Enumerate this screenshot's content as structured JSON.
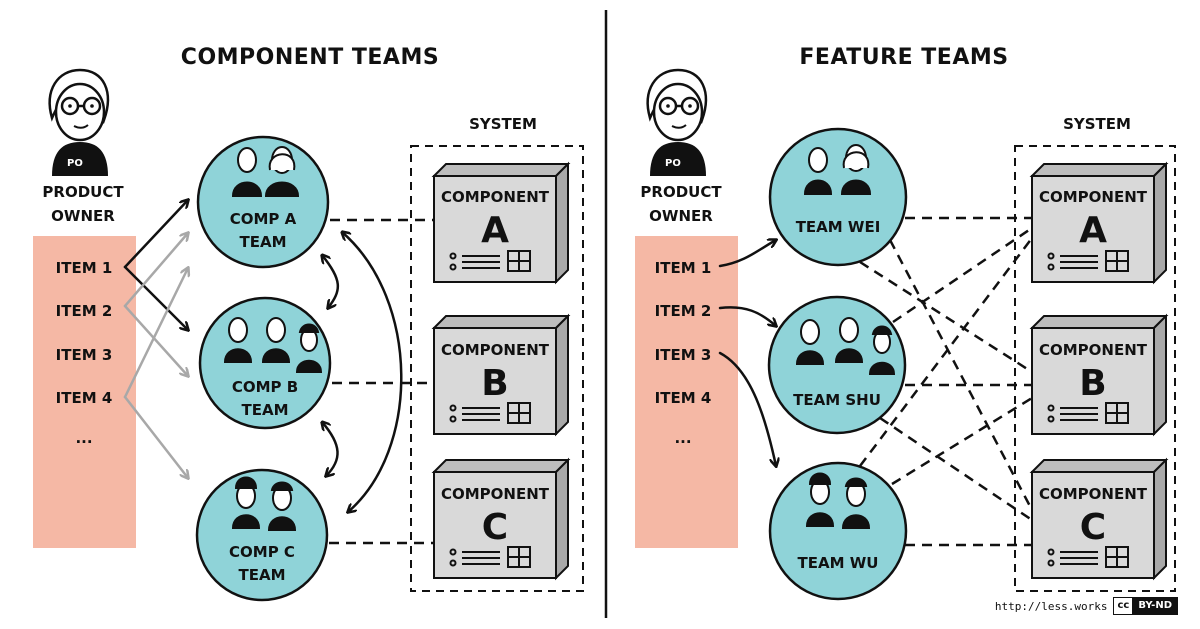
{
  "left": {
    "title": "COMPONENT TEAMS",
    "product_owner": [
      "PRODUCT",
      "OWNER"
    ],
    "po_badge": "PO",
    "items": [
      "ITEM 1",
      "ITEM 2",
      "ITEM 3",
      "ITEM 4",
      "..."
    ],
    "teams": [
      [
        "COMP A",
        "TEAM"
      ],
      [
        "COMP B",
        "TEAM"
      ],
      [
        "COMP C",
        "TEAM"
      ]
    ],
    "system_label": "SYSTEM",
    "components": [
      {
        "label": "COMPONENT",
        "letter": "A"
      },
      {
        "label": "COMPONENT",
        "letter": "B"
      },
      {
        "label": "COMPONENT",
        "letter": "C"
      }
    ]
  },
  "right": {
    "title": "FEATURE TEAMS",
    "product_owner": [
      "PRODUCT",
      "OWNER"
    ],
    "po_badge": "PO",
    "items": [
      "ITEM 1",
      "ITEM 2",
      "ITEM 3",
      "ITEM 4",
      "..."
    ],
    "teams": [
      "TEAM WEI",
      "TEAM SHU",
      "TEAM WU"
    ],
    "system_label": "SYSTEM",
    "components": [
      {
        "label": "COMPONENT",
        "letter": "A"
      },
      {
        "label": "COMPONENT",
        "letter": "B"
      },
      {
        "label": "COMPONENT",
        "letter": "C"
      }
    ]
  },
  "footer": {
    "url": "http://less.works",
    "cc": "cc",
    "license": "BY-ND"
  },
  "colors": {
    "team_fill": "#8fd3d8",
    "backlog_fill": "#f5b8a5",
    "component_fill": "#d9d9d9",
    "ink": "#111111",
    "gray_arrow": "#a8a8a8"
  }
}
